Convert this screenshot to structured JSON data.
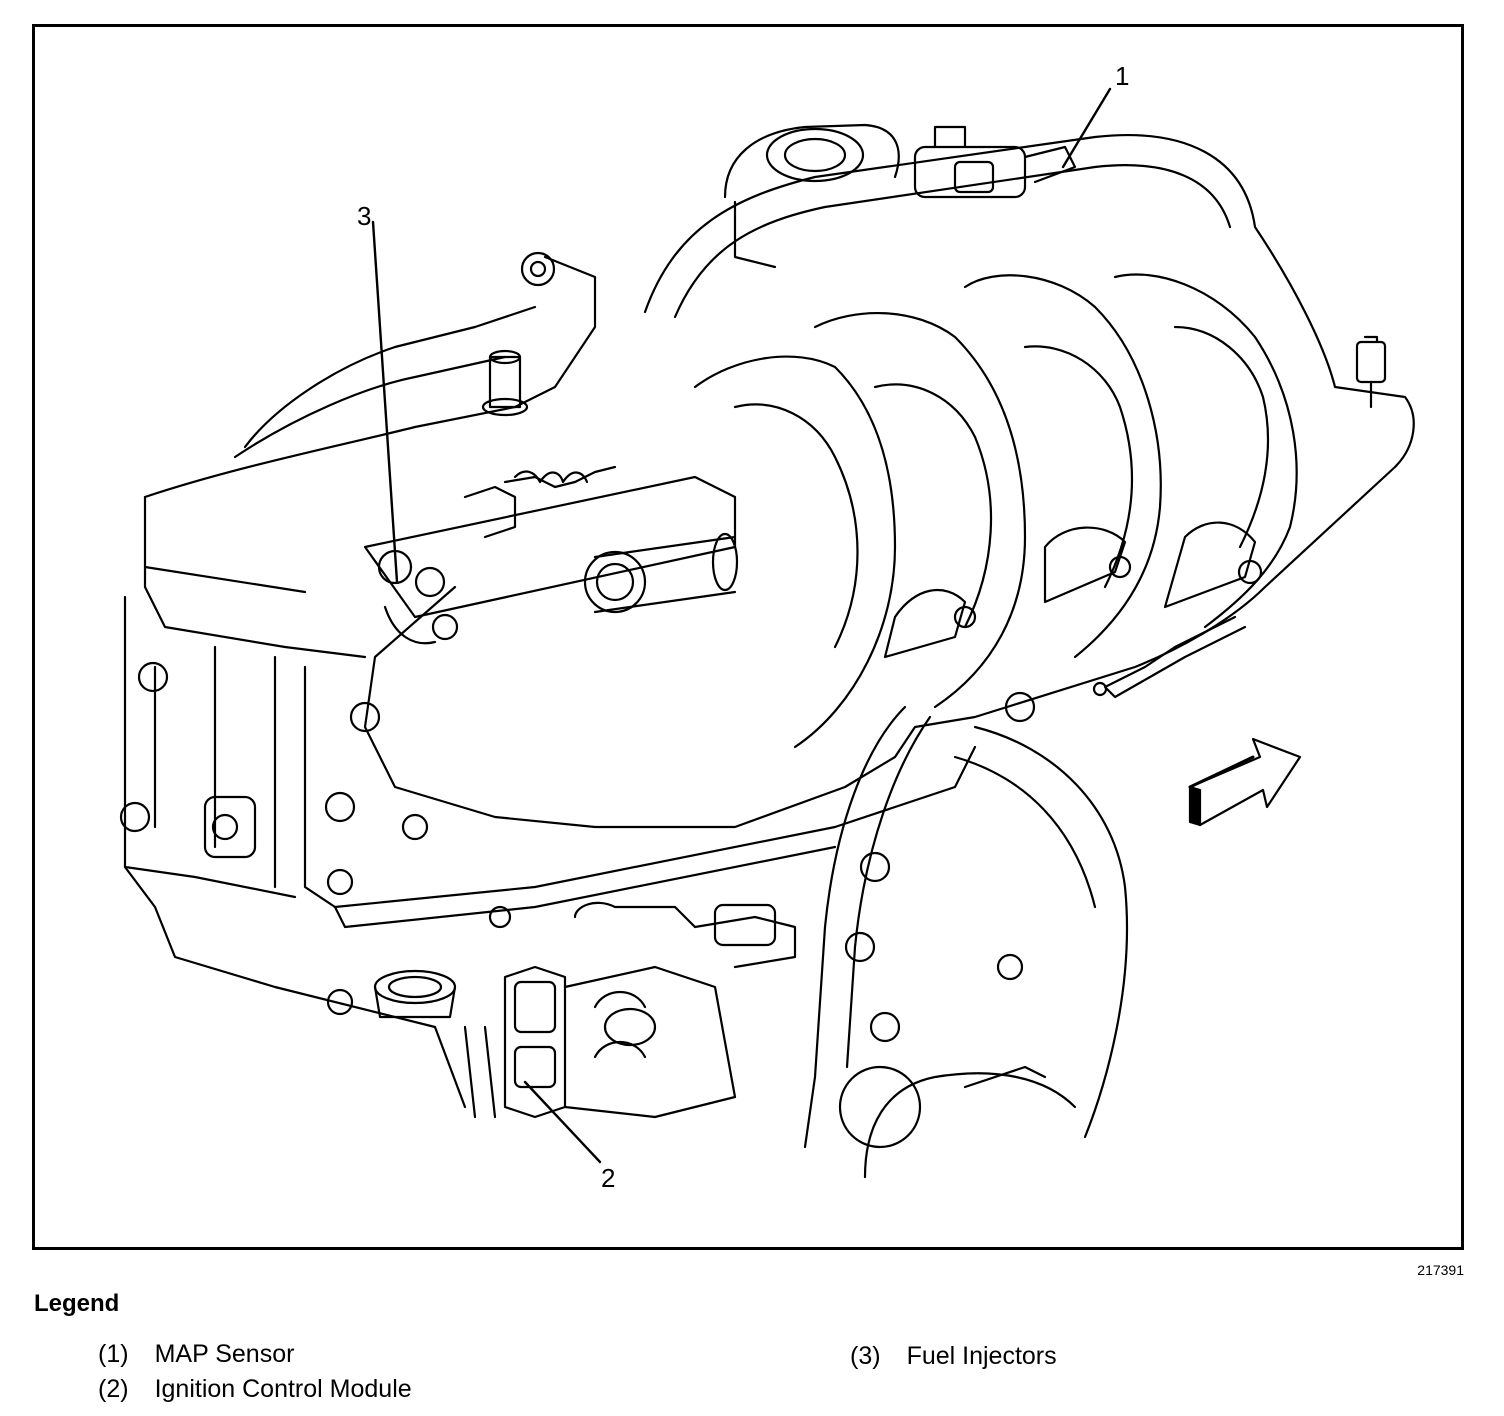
{
  "diagram": {
    "figure_id": "217391",
    "callouts": [
      {
        "id": "callout-1",
        "label": "1"
      },
      {
        "id": "callout-2",
        "label": "2"
      },
      {
        "id": "callout-3",
        "label": "3"
      }
    ]
  },
  "legend": {
    "title": "Legend",
    "items": [
      {
        "number": "(1)",
        "text": "MAP Sensor"
      },
      {
        "number": "(2)",
        "text": "Ignition Control Module"
      },
      {
        "number": "(3)",
        "text": "Fuel Injectors"
      }
    ]
  }
}
